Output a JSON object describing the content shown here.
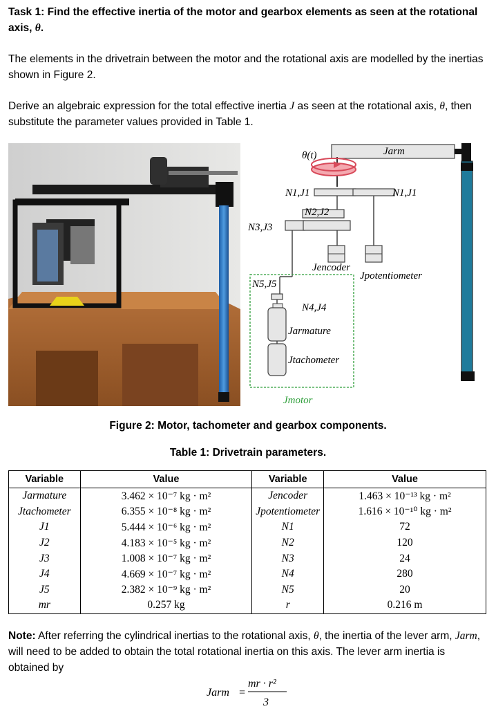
{
  "task": {
    "prefix": "Task 1: Find the effective inertia of the motor and gearbox elements as seen at the rotational axis, ",
    "theta": "θ",
    "suffix": "."
  },
  "para1": "The elements in the drivetrain between the motor and the rotational axis are modelled by the inertias shown in Figure 2.",
  "para2": {
    "a": "Derive an algebraic expression for the total effective inertia ",
    "j": "J",
    "b": " as seen at the rotational axis, ",
    "theta": "θ",
    "c": ", then substitute the parameter values provided in Table 1."
  },
  "diagram": {
    "theta_t": "θ(t)",
    "j_arm": "Jarm",
    "n1j1_left": "N1,J1",
    "n1j1_right": "N1,J1",
    "n2j2": "N2,J2",
    "n3j3": "N3,J3",
    "j_encoder": "Jencoder",
    "j_potentiometer": "Jpotentiometer",
    "n5j5": "N5,J5",
    "n4j4": "N4,J4",
    "j_armature": "Jarmature",
    "j_tachometer": "Jtachometer",
    "j_motor": "Jmotor"
  },
  "figure_caption": "Figure 2: Motor, tachometer and gearbox components.",
  "table_caption": "Table 1: Drivetrain parameters.",
  "table": {
    "headers": [
      "Variable",
      "Value",
      "Variable",
      "Value"
    ],
    "rows": [
      [
        "Jarmature",
        "3.462 × 10⁻⁷ kg · m²",
        "Jencoder",
        "1.463 × 10⁻¹³ kg · m²"
      ],
      [
        "Jtachometer",
        "6.355 × 10⁻⁸ kg · m²",
        "Jpotentiometer",
        "1.616 × 10⁻¹⁰ kg · m²"
      ],
      [
        "J1",
        "5.444 × 10⁻⁶ kg · m²",
        "N1",
        "72"
      ],
      [
        "J2",
        "4.183 × 10⁻⁵ kg · m²",
        "N2",
        "120"
      ],
      [
        "J3",
        "1.008 × 10⁻⁷ kg · m²",
        "N3",
        "24"
      ],
      [
        "J4",
        "4.669 × 10⁻⁷ kg · m²",
        "N4",
        "280"
      ],
      [
        "J5",
        "2.382 × 10⁻⁹ kg · m²",
        "N5",
        "20"
      ],
      [
        "mr",
        "0.257 kg",
        "r",
        "0.216 m"
      ]
    ]
  },
  "note": {
    "label": "Note:",
    "a": " After referring the cylindrical inertias to the rotational axis, ",
    "theta": "θ",
    "b": ", the inertia of the lever arm, ",
    "jarm": "Jarm",
    "c": ", will need to be added to obtain the total rotational inertia on this axis.  The lever arm inertia is obtained by"
  },
  "formula": {
    "lhs": "Jarm",
    "eq": "=",
    "numerator": "mr · r²",
    "denominator": "3"
  },
  "colors": {
    "rod": "#2a7fa0",
    "rotation": "#e05a6a",
    "motor_box": "#2e9e3a"
  }
}
